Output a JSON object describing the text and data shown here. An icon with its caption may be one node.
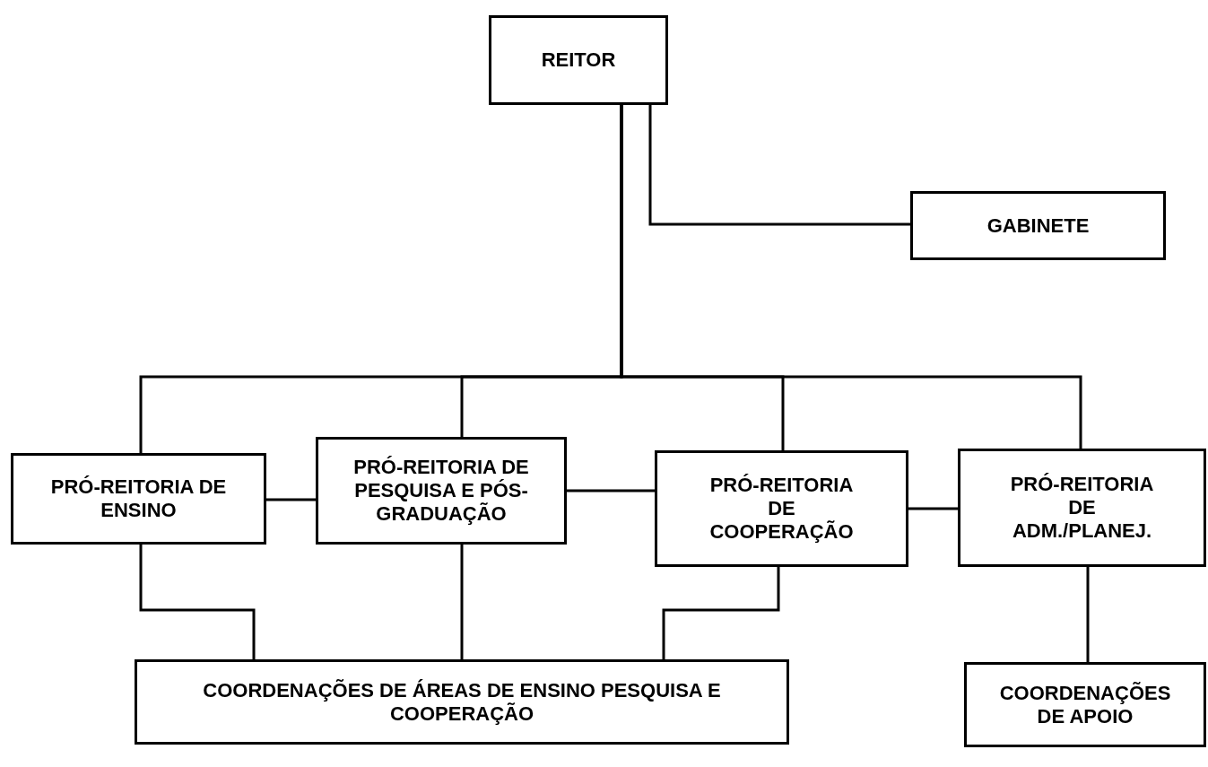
{
  "diagram": {
    "nodes": [
      {
        "text": [
          "REITOR"
        ]
      },
      {
        "text": [
          "GABINETE"
        ]
      },
      {
        "text": [
          "PRÓ-REITORIA DE ENSINO"
        ]
      },
      {
        "text": [
          "PRÓ-REITORIA DE PESQUISA E PÓS-GRADUAÇÃO"
        ]
      },
      {
        "text": [
          "PRÓ-REITORIA DE COOPERAÇÃO"
        ]
      },
      {
        "text": [
          "PRÓ-REITORIA DE ADM./PLANEJ."
        ]
      },
      {
        "text": [
          "COORDENAÇÕES DE ÁREAS DE ENSINO PESQUISA E COOPERAÇÃO"
        ]
      },
      {
        "text": [
          "COORDENAÇÕES DE APOIO"
        ]
      }
    ],
    "edges": [
      {
        "from": 0,
        "to": 1,
        "arrow": "none"
      },
      {
        "from": 0,
        "to": 2,
        "arrow": "none"
      },
      {
        "from": 0,
        "to": 3,
        "arrow": "none"
      },
      {
        "from": 0,
        "to": 4,
        "arrow": "none"
      },
      {
        "from": 0,
        "to": 5,
        "arrow": "none"
      },
      {
        "from": 2,
        "to": 3,
        "arrow": "none"
      },
      {
        "from": 3,
        "to": 4,
        "arrow": "none"
      },
      {
        "from": 4,
        "to": 5,
        "arrow": "none"
      },
      {
        "from": 2,
        "to": 6,
        "arrow": "none"
      },
      {
        "from": 3,
        "to": 6,
        "arrow": "none"
      },
      {
        "from": 4,
        "to": 6,
        "arrow": "none"
      },
      {
        "from": 5,
        "to": 7,
        "arrow": "none"
      }
    ]
  }
}
